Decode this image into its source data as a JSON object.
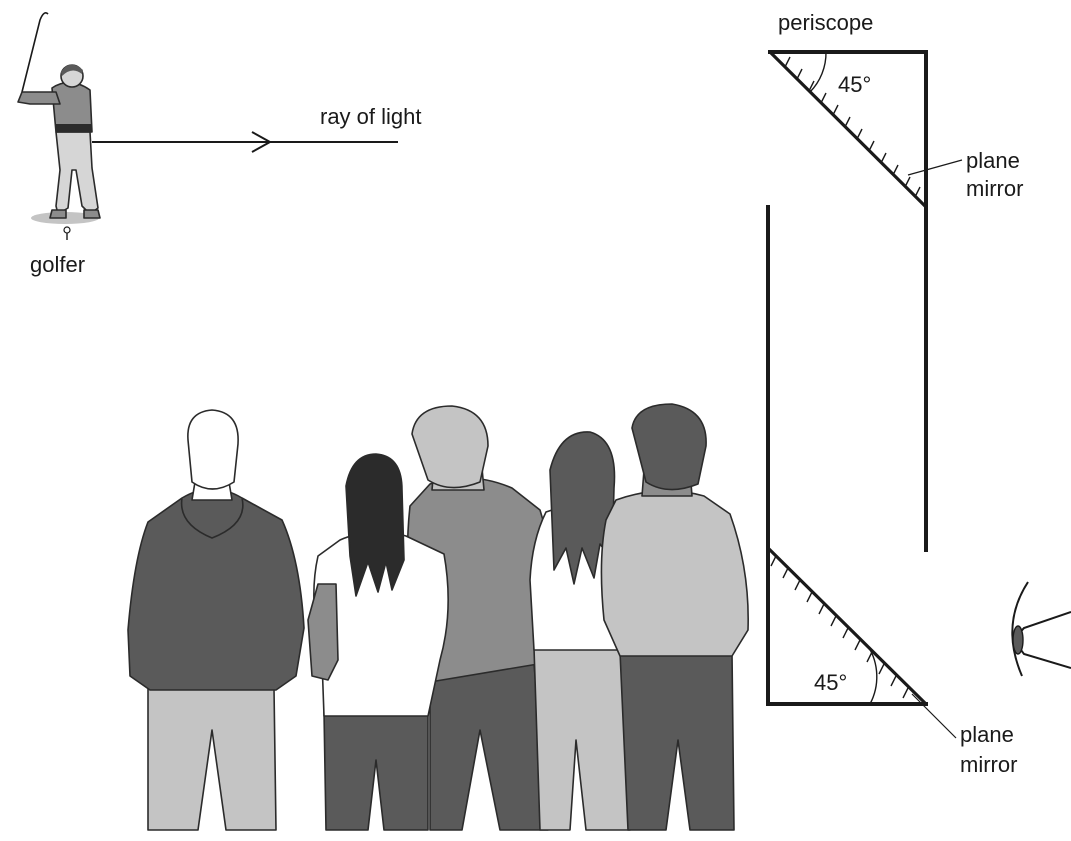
{
  "labels": {
    "golfer": "golfer",
    "ray": "ray of light",
    "periscope": "periscope",
    "top_mirror_line1": "plane",
    "top_mirror_line2": "mirror",
    "bottom_mirror_line1": "plane",
    "bottom_mirror_line2": "mirror",
    "top_angle": "45°",
    "bottom_angle": "45°"
  },
  "colors": {
    "ink": "#1a1a1a",
    "dark_grey": "#5a5a5a",
    "mid_grey": "#8c8c8c",
    "light_grey": "#c4c4c4",
    "white": "#ffffff"
  }
}
